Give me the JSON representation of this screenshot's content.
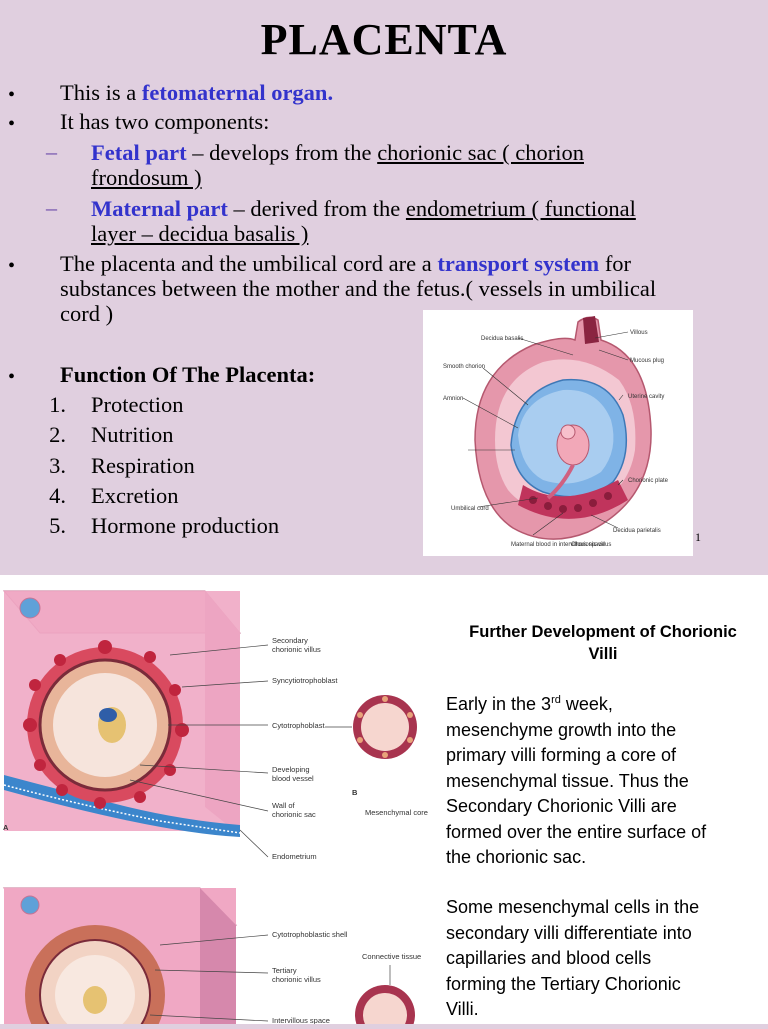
{
  "slide1": {
    "title": "PLACENTA",
    "b1": {
      "pre": "This is a ",
      "em": "fetomaternal organ."
    },
    "b2": "It has two components:",
    "fetal": {
      "label": "Fetal part",
      "mid": " – develops from the ",
      "u1": "chorionic sac ( chorion",
      "u2": "frondosum )"
    },
    "maternal": {
      "label": "Maternal part",
      "mid": " – derived from the ",
      "u1": "endometrium ( functional",
      "u2": "layer – decidua basalis )"
    },
    "b3": {
      "pre": "The placenta and the umbilical cord are a ",
      "em": "transport system",
      "post": " for",
      "l2": "substances between the mother and the fetus.( vessels in umbilical",
      "l3": "cord )"
    },
    "functions_heading": "Function Of The Placenta:",
    "functions": [
      {
        "n": "1.",
        "t": "Protection"
      },
      {
        "n": "2.",
        "t": "Nutrition"
      },
      {
        "n": "3.",
        "t": "Respiration"
      },
      {
        "n": "4.",
        "t": "Excretion"
      },
      {
        "n": "5.",
        "t": "Hormone production"
      }
    ],
    "page_number": "1",
    "diagram_labels": [
      "Decidua basalis",
      "Villous",
      "Smooth chorion",
      "Mucous plug",
      "Amnion",
      "Uterine cavity",
      "Chorionic plate",
      "Umbilical cord",
      "Decidua parietalis",
      "Chorionic villus",
      "Maternal blood in intervillous space"
    ]
  },
  "slide2": {
    "figure_labels": {
      "l1a": "Secondary",
      "l1b": "chorionic villus",
      "l2": "Syncytiotrophoblast",
      "l3": "Cytotrophoblast",
      "l4a": "Developing",
      "l4b": "blood vessel",
      "l5a": "Wall of",
      "l5b": "chorionic sac",
      "l6": "Endometrium",
      "l7": "Mesenchymal core",
      "l8": "Cytotrophoblastic shell",
      "l9a": "Tertiary",
      "l9b": "chorionic villus",
      "l10": "Connective tissue",
      "l11": "Intervillous space",
      "A": "A",
      "B": "B"
    },
    "heading_l1": "Further Development of Chorionic",
    "heading_l2": "Villi",
    "p1": {
      "l1a": "Early in the 3",
      "l1sup": "rd",
      "l1b": " week,",
      "l2": "mesenchyme growth into the",
      "l3": "primary villi forming a core of",
      "l4": "mesenchymal tissue. Thus the",
      "l5": "Secondary Chorionic Villi are",
      "l6": "formed over the entire surface of",
      "l7": "the chorionic sac."
    },
    "p2": {
      "l1": "Some mesenchymal cells in the",
      "l2": "secondary villi differentiate into",
      "l3": "capillaries and blood cells",
      "l4": "forming the Tertiary Chorionic",
      "l5": "Villi."
    }
  }
}
